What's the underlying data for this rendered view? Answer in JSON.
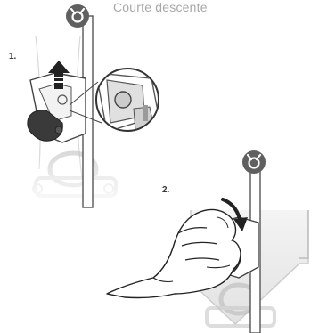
{
  "header": {
    "title": "Courte descente"
  },
  "steps": [
    {
      "label": "1."
    },
    {
      "label": "2."
    }
  ],
  "icons": {
    "top_symbol": "rope-knot-icon",
    "arrow": "up-arrow-icon"
  },
  "colors": {
    "title": "#a8a8a8",
    "badge": "#606060",
    "device_dark": "#3a3a3a",
    "outline": "#444444",
    "fade": "#eeeeee"
  }
}
